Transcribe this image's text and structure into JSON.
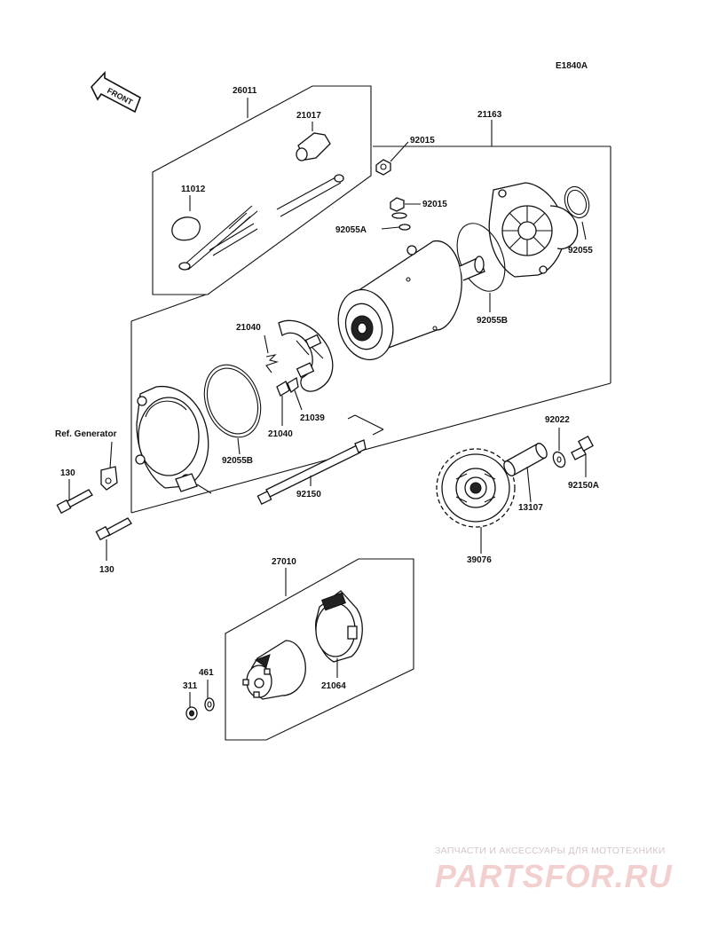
{
  "diagram_code": "E1840A",
  "front_label": "FRONT",
  "parts": {
    "p26011": "26011",
    "p21017": "21017",
    "p11012": "11012",
    "p21163": "21163",
    "p92015a": "92015",
    "p92015b": "92015",
    "p92055A": "92055A",
    "p92055": "92055",
    "p92055B_top": "92055B",
    "p21040_top": "21040",
    "p21039": "21039",
    "p21040_bot": "21040",
    "p92055B_bot": "92055B",
    "p92150": "92150",
    "p92022": "92022",
    "p92150A": "92150A",
    "p13107": "13107",
    "p39076": "39076",
    "p130_top": "130",
    "p130_bot": "130",
    "p27010": "27010",
    "p21064": "21064",
    "p311": "311",
    "p461": "461"
  },
  "ref_label": "Ref. Generator",
  "watermark": {
    "tagline": "ЗАПЧАСТИ И АКСЕССУАРЫ ДЛЯ МОТОТЕХНИКИ",
    "brand": "PARTSFOR.RU"
  }
}
